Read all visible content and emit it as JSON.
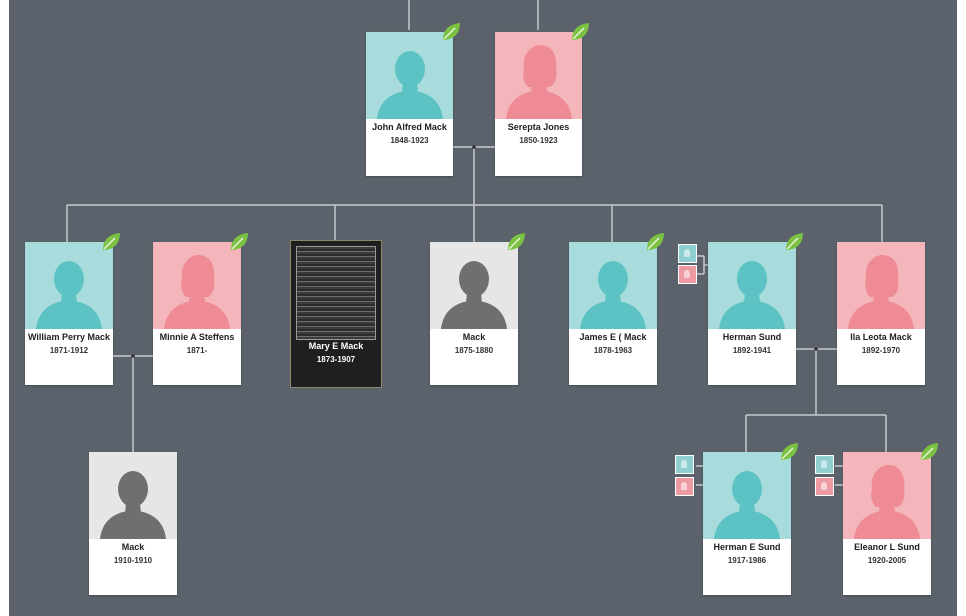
{
  "tree": {
    "people": {
      "john": {
        "name": "John Alfred Mack",
        "dates": "1848-1923",
        "gender": "male"
      },
      "serepta": {
        "name": "Serepta Jones",
        "dates": "1850-1923",
        "gender": "female"
      },
      "william": {
        "name": "William Perry Mack",
        "dates": "1871-1912",
        "gender": "male"
      },
      "minnie": {
        "name": "Minnie A Steffens",
        "dates": "1871-",
        "gender": "female"
      },
      "mary": {
        "name": "Mary E Mack",
        "dates": "1873-1907",
        "gender": "record"
      },
      "mack1": {
        "name": "Mack",
        "dates": "1875-1880",
        "gender": "unknown"
      },
      "james": {
        "name": "James E ( Mack",
        "dates": "1878-1963",
        "gender": "male"
      },
      "herman": {
        "name": "Herman Sund",
        "dates": "1892-1941",
        "gender": "male"
      },
      "ila": {
        "name": "Ila Leota Mack",
        "dates": "1892-1970",
        "gender": "female"
      },
      "mack2": {
        "name": "Mack",
        "dates": "1910-1910",
        "gender": "unknown"
      },
      "hermanE": {
        "name": "Herman E Sund",
        "dates": "1917-1986",
        "gender": "male"
      },
      "eleanor": {
        "name": "Eleanor L Sund",
        "dates": "1920-2005",
        "gender": "female"
      }
    },
    "icons": {
      "hint": "leaf-hint-icon",
      "silhouette": "person-silhouette-icon",
      "parents": "parents-icon"
    },
    "colors": {
      "background": "#5b626b",
      "male": "#a8dcdc",
      "female": "#f4b6ba",
      "unknown": "#e6e6e6",
      "connector": "#c5c9cd",
      "leaf": "#7cc242"
    }
  }
}
